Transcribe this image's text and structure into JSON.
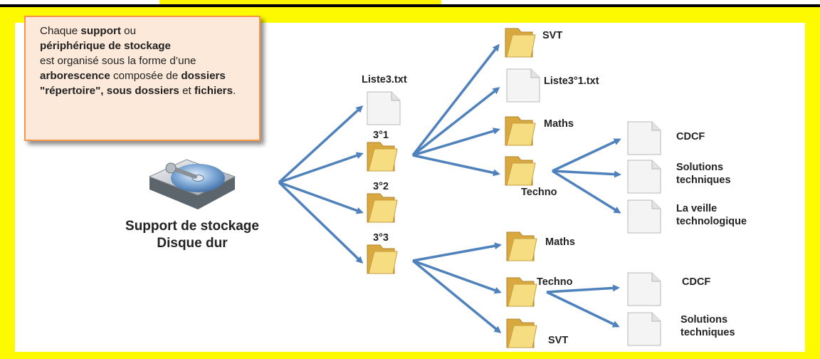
{
  "callout": {
    "t1": "Chaque ",
    "b1": "support",
    "t2": " ou ",
    "b2": "périphérique de stockage",
    "t3": " est organisé sous la forme d’une ",
    "b3": "arborescence",
    "t4": " composée de ",
    "b4": "dossiers \"répertoire\", sous dossiers",
    "t5": " et ",
    "b5": "fichiers",
    "t6": "."
  },
  "drive": {
    "line1": "Support de stockage",
    "line2": "Disque dur"
  },
  "level1": {
    "file": "Liste3.txt",
    "f31": "3°1",
    "f32": "3°2",
    "f33": "3°3"
  },
  "branch31": {
    "svt": "SVT",
    "liste": "Liste3°1.txt",
    "maths": "Maths",
    "techno": "Techno",
    "cdcf": "CDCF",
    "solutions": [
      "Solutions",
      "techniques"
    ],
    "veille": [
      "La veille",
      "technologique"
    ]
  },
  "branch33": {
    "maths": "Maths",
    "techno": "Techno",
    "svt": "SVT",
    "cdcf": "CDCF",
    "solutions": [
      "Solutions",
      "techniques"
    ]
  },
  "colors": {
    "frame": "#fdfa00",
    "arrow": "#4f81bd",
    "callout_bg": "#fde9d9",
    "callout_border": "#f79646"
  }
}
